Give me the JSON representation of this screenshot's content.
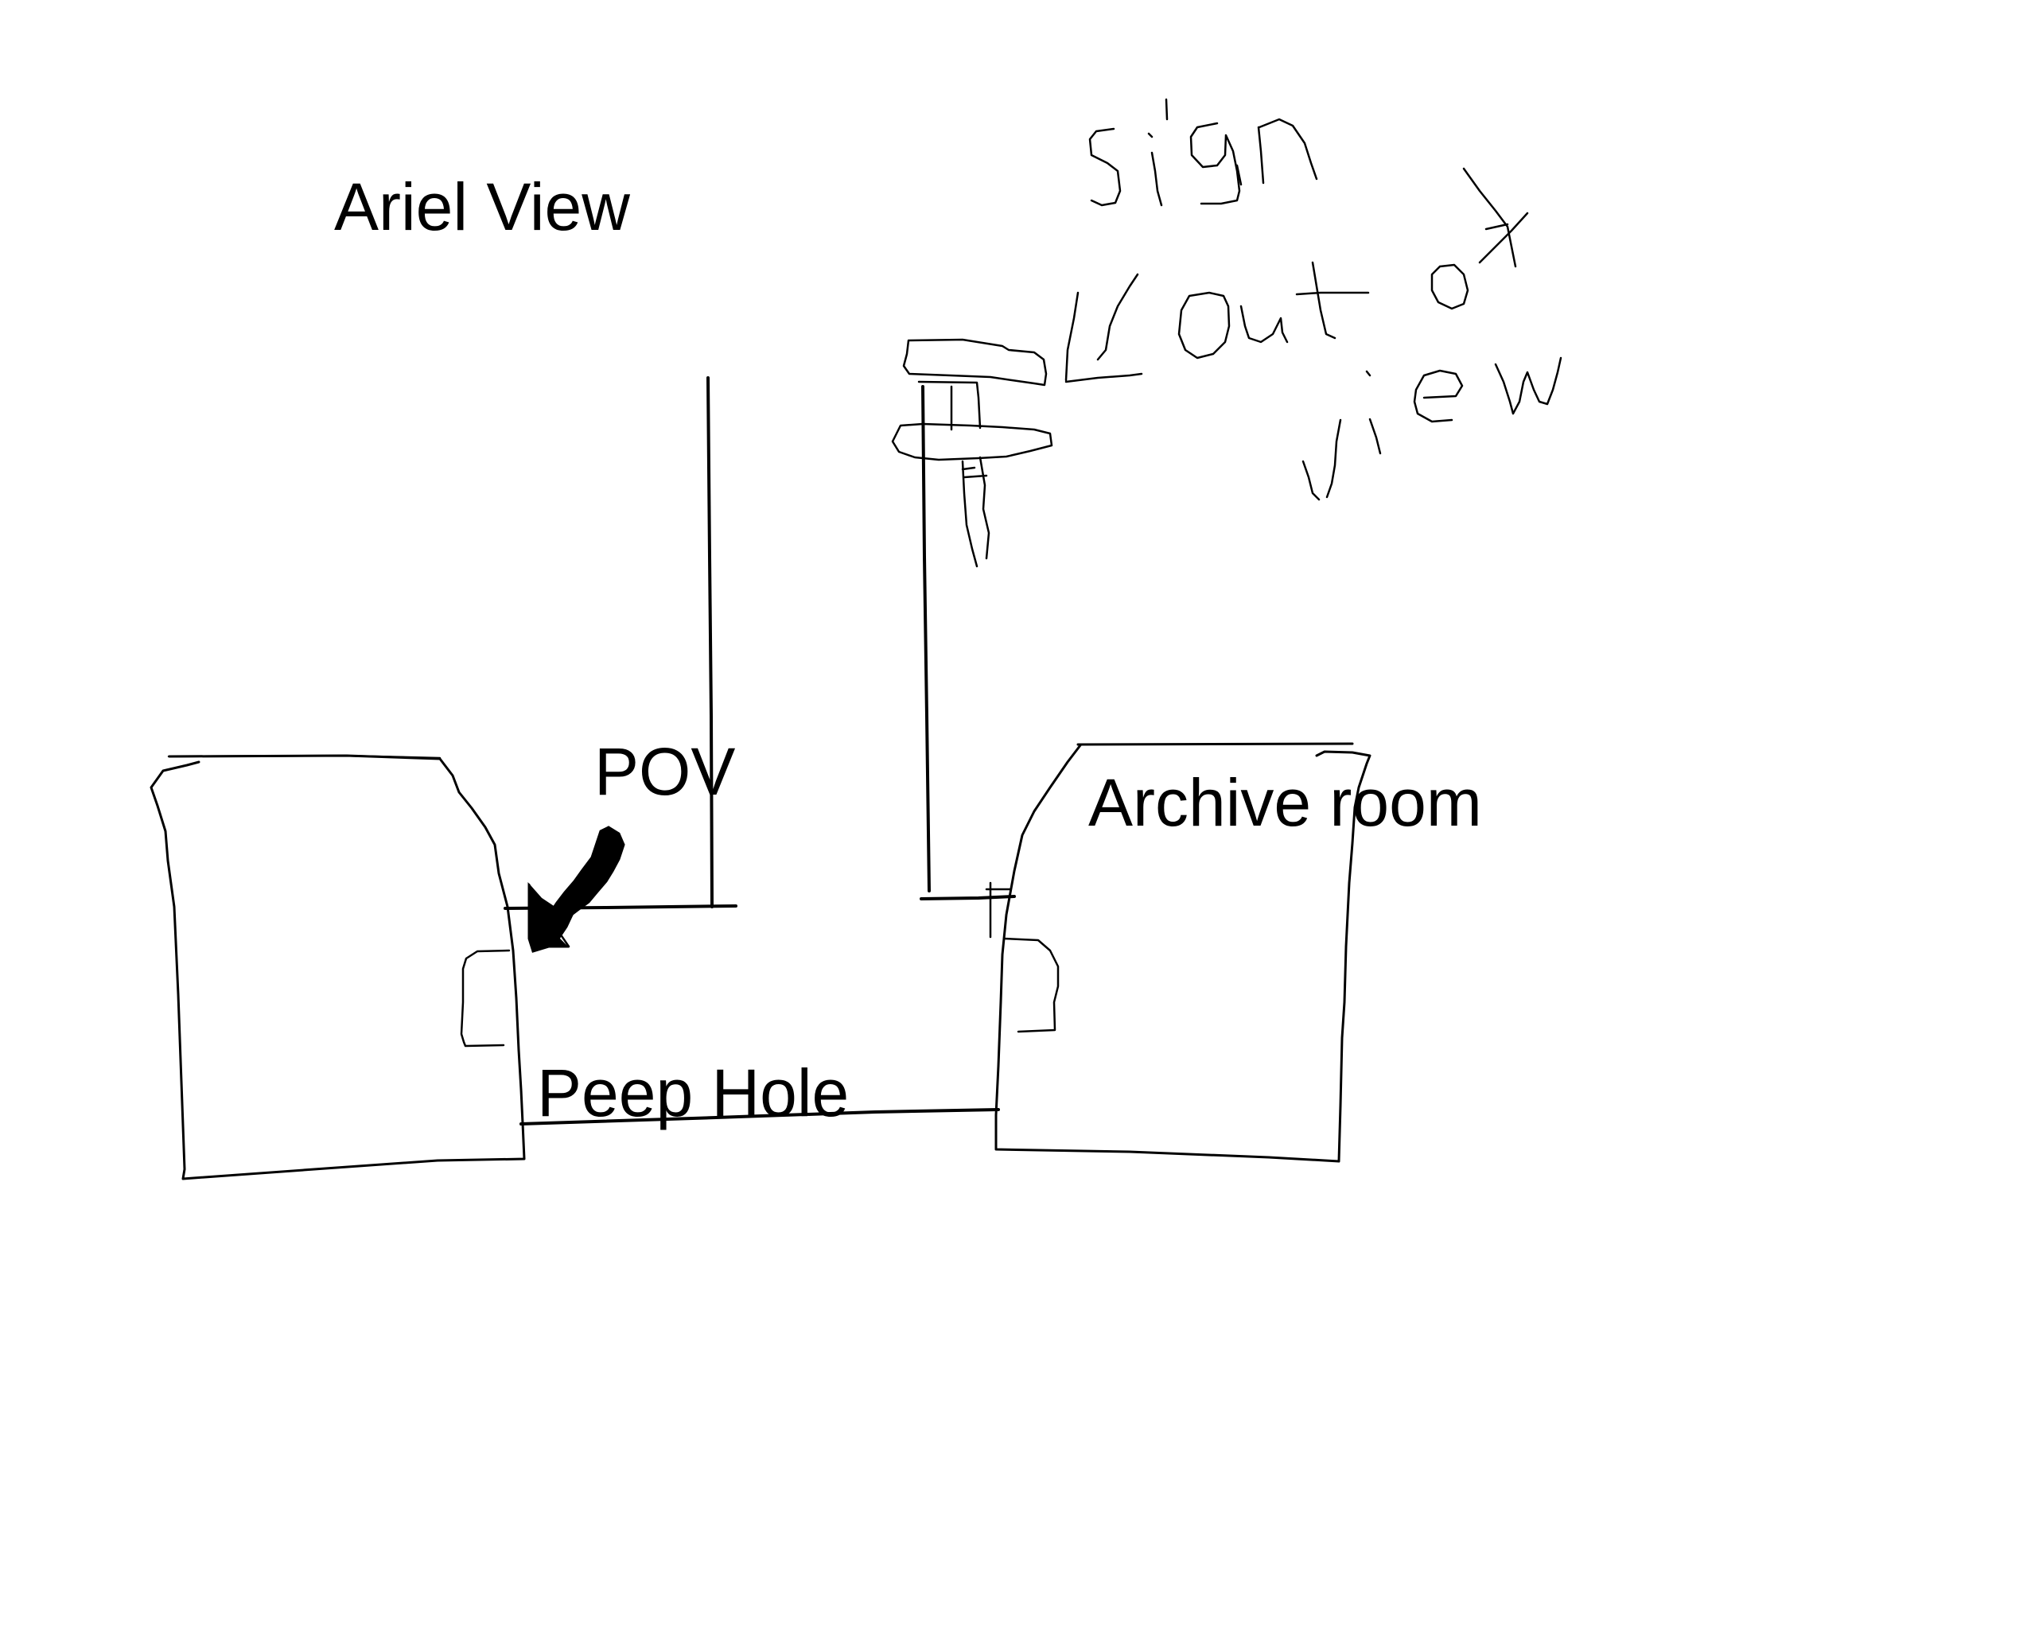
{
  "title": "Ariel View",
  "labels": {
    "pov": "POV",
    "archive_room": "Archive room",
    "peep_hole": "Peep Hole"
  },
  "handwritten_note": "Sign out of view",
  "colors": {
    "background": "#ffffff",
    "ink": "#000000"
  },
  "icons": {
    "pov_arrow": "arrow-down-left-icon"
  }
}
